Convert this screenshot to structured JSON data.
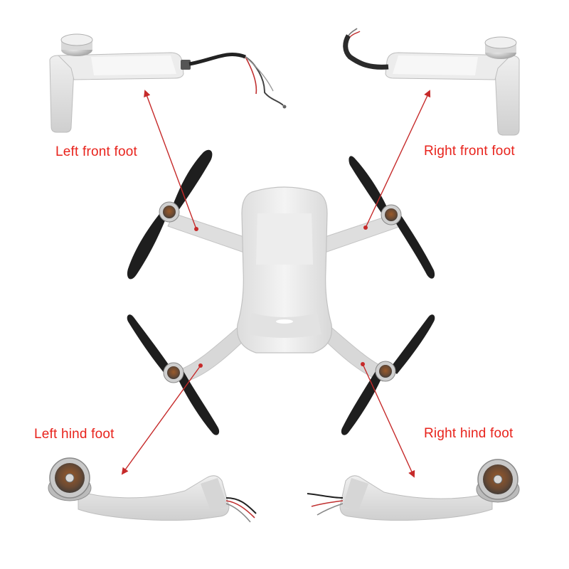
{
  "labels": {
    "left_front": "Left front foot",
    "right_front": "Right front foot",
    "left_hind": "Left hind foot",
    "right_hind": "Right hind foot"
  },
  "colors": {
    "label_text": "#e8231c",
    "arrow": "#c62a2a",
    "body_light": "#e9e9e9",
    "body_shade": "#cfcfcf",
    "propeller": "#1e1e1e",
    "motor_metal": "#b9b9b9",
    "motor_copper": "#b5652d"
  },
  "icons": {
    "drone": "drone-illustration",
    "arm": "motor-arm-part",
    "arrow": "pointer-arrow"
  }
}
